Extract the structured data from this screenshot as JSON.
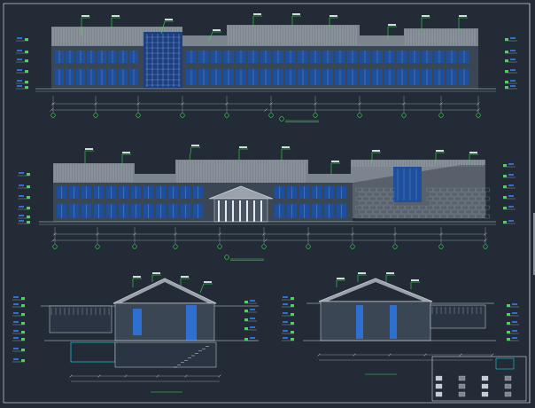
{
  "drawing": {
    "type": "architectural-elevations-and-sections",
    "views": [
      {
        "id": "front-elevation",
        "title": ""
      },
      {
        "id": "rear-elevation",
        "title": ""
      },
      {
        "id": "section-1",
        "title": ""
      },
      {
        "id": "section-2",
        "title": ""
      }
    ],
    "legend": {
      "notes": [
        "",
        ""
      ],
      "material_swatches": [
        "",
        "",
        "",
        "",
        "",
        "",
        "",
        "",
        "",
        "",
        "",
        ""
      ]
    },
    "title_block": {
      "label": ""
    }
  },
  "colors": {
    "background": "#222b36",
    "lines": "#d4d9e0",
    "annotation": "#38e048",
    "accent": "#20c8e0",
    "glass": "#1d4f9c",
    "glass_light": "#2f6fd0"
  }
}
